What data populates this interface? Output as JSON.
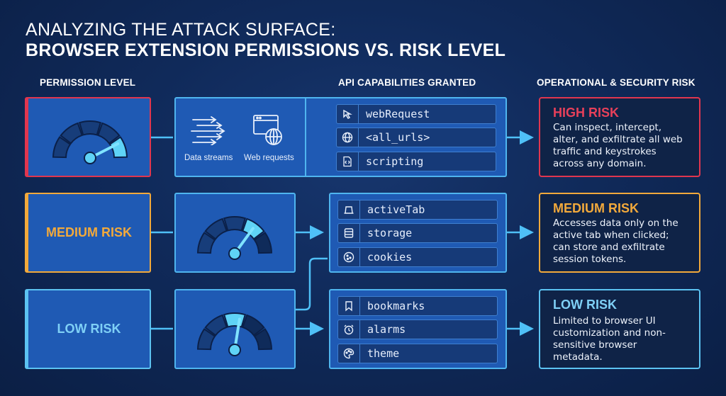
{
  "title_line1": "ANALYZING THE ATTACK SURFACE:",
  "title_line2": "BROWSER EXTENSION PERMISSIONS VS. RISK LEVEL",
  "columns": {
    "permission_level": "PERMISSION LEVEL",
    "api_capabilities": "API CAPABILITIES GRANTED",
    "risk": "OPERATIONAL & SECURITY RISK"
  },
  "high": {
    "level_label": "",
    "streams": [
      "Data streams",
      "Web requests"
    ],
    "capabilities": [
      "webRequest",
      "<all_urls>",
      "scripting"
    ],
    "risk_title": "HIGH RISK",
    "risk_desc": "Can inspect, intercept, alter, and exfiltrate all web traffic and keystrokes across any domain.",
    "color": "#e0364f"
  },
  "medium": {
    "level_label": "MEDIUM RISK",
    "capabilities": [
      "activeTab",
      "storage",
      "cookies"
    ],
    "risk_title": "MEDIUM RISK",
    "risk_desc": "Accesses data only on the active tab when clicked; can store and exfiltrate session tokens.",
    "color": "#f2a93b"
  },
  "low": {
    "level_label": "LOW RISK",
    "capabilities": [
      "bookmarks",
      "alarms",
      "theme"
    ],
    "risk_title": "LOW RISK",
    "risk_desc": "Limited to browser UI customization and non-sensitive browser metadata.",
    "color": "#5cc3f2"
  },
  "accent": "#4fc0f7",
  "gauge_levels": {
    "high": 0.85,
    "medium": 0.7,
    "low": 0.55
  }
}
